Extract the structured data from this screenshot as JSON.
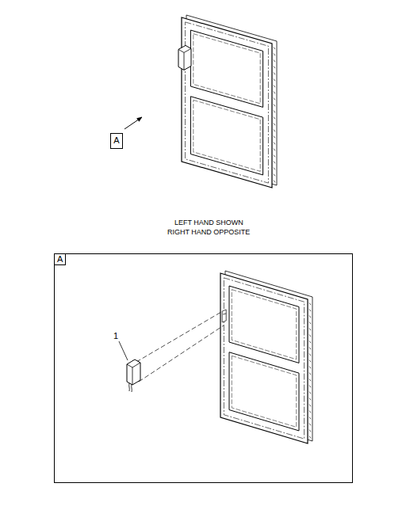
{
  "diagram": {
    "nodes": [
      {
        "text": [
          "A"
        ]
      },
      {
        "text": [
          "A"
        ]
      }
    ],
    "labels": [
      "LEFT HAND SHOWN",
      "RIGHT HAND OPPOSITE",
      "1"
    ]
  }
}
